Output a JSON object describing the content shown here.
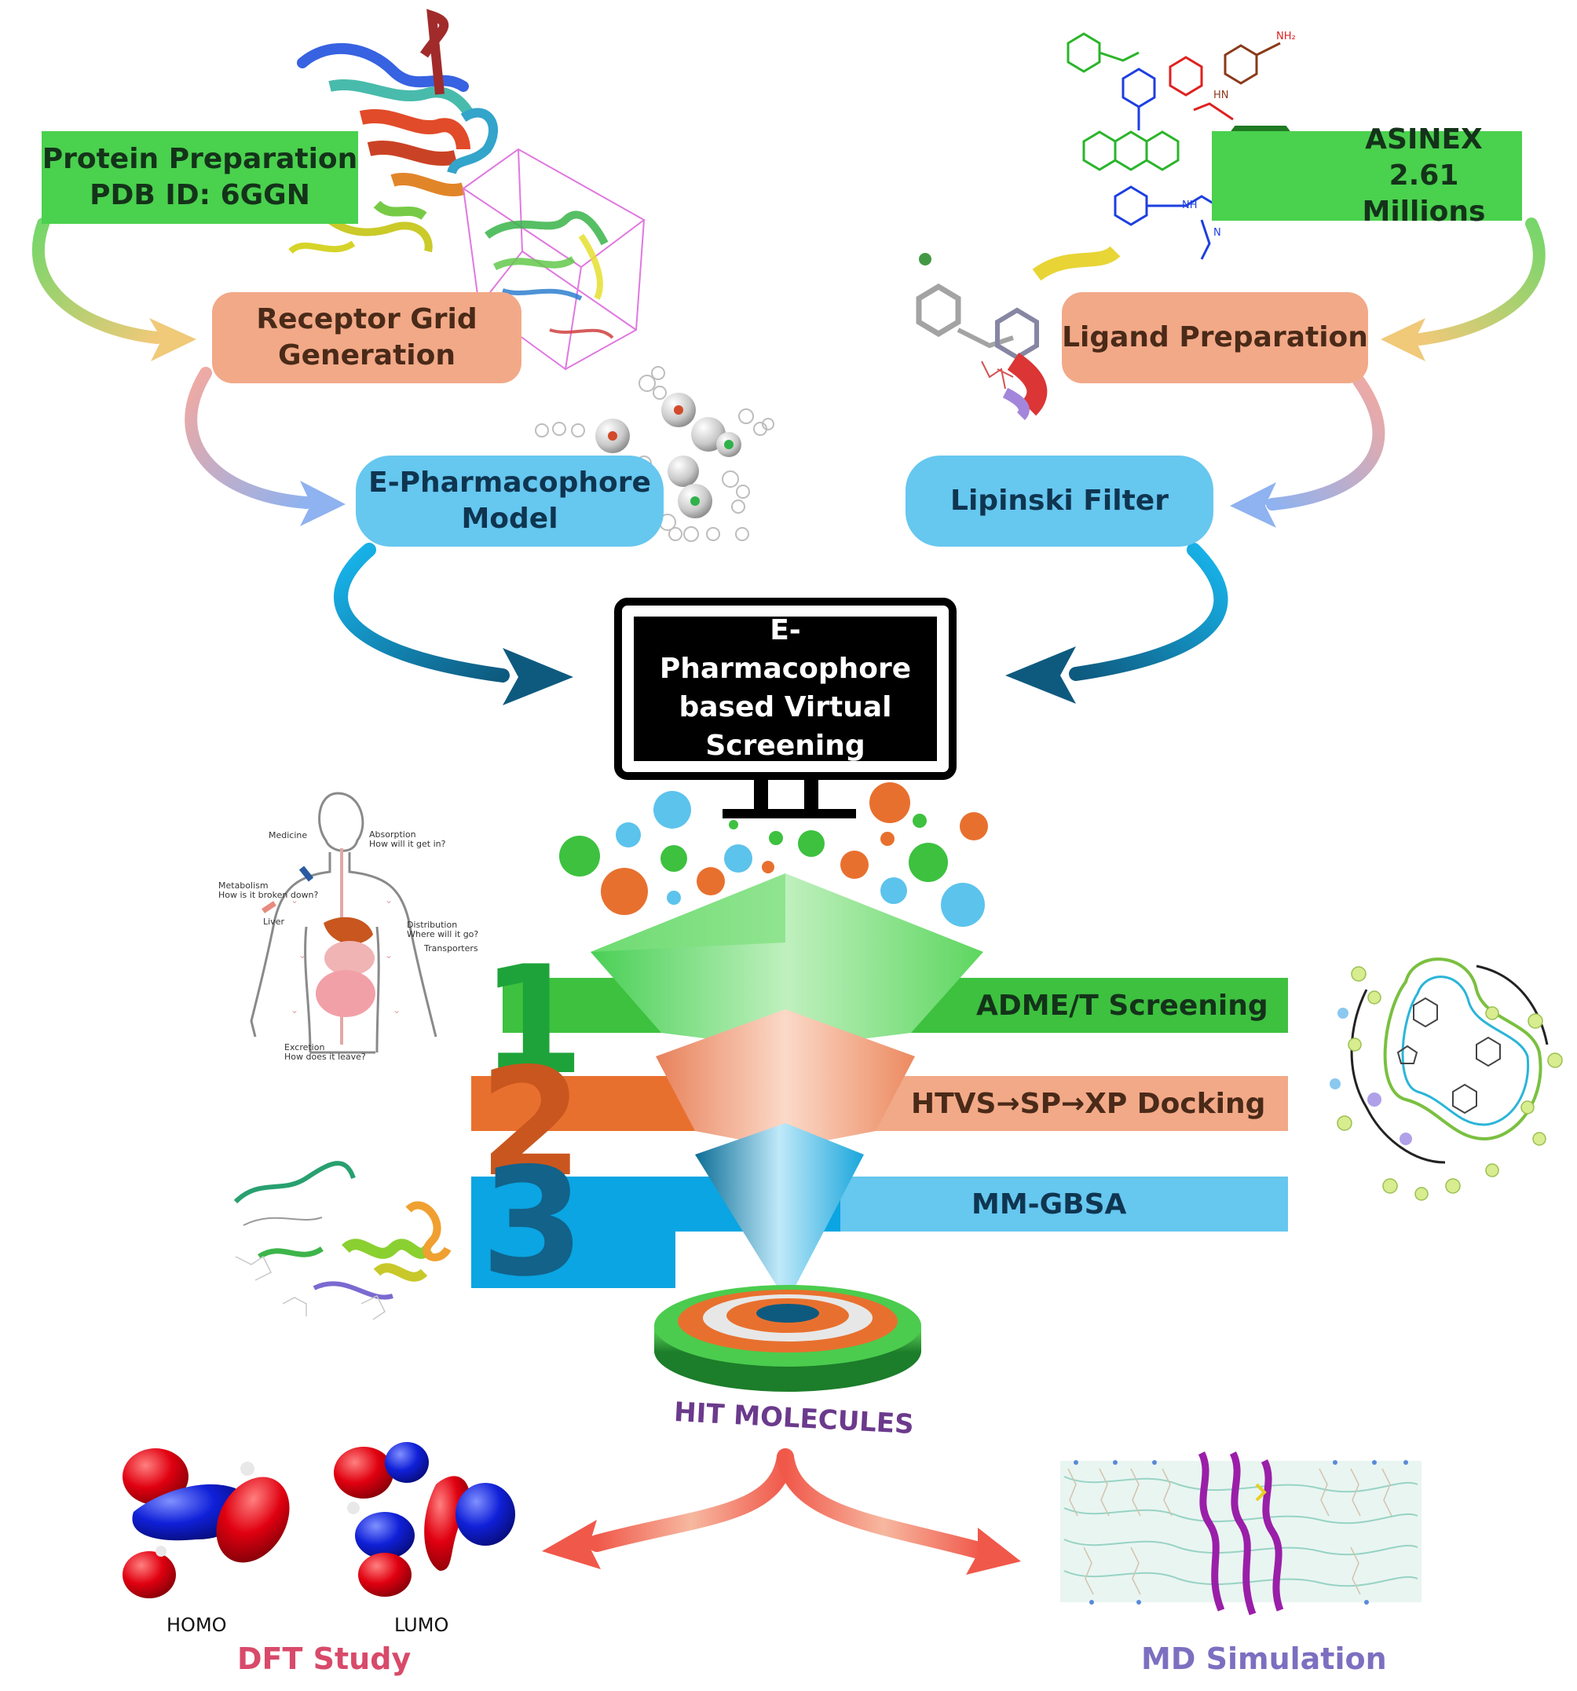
{
  "steps": {
    "protein_prep": "Protein Preparation\nPDB ID: 6GGN",
    "asinex": "ASINEX\n2.61 Millions",
    "asinex_logo_letter": "A",
    "receptor_grid": "Receptor Grid\nGeneration",
    "ligand_prep": "Ligand Preparation",
    "e_pharmacophore": "E-Pharmacophore\nModel",
    "lipinski": "Lipinski Filter",
    "virtual_screening": "E-\nPharmacophore\nbased Virtual\nScreening"
  },
  "funnel": {
    "stage1_num": "1",
    "stage1_label": "ADME/T Screening",
    "stage2_num": "2",
    "stage2_label": "HTVS→SP→XP Docking",
    "stage3_num": "3",
    "stage3_label": "MM-GBSA",
    "target_label": "HIT MOLECULES"
  },
  "adme_body": {
    "medicine": "Medicine",
    "absorption": "Absorption",
    "absorption_q": "How will it get in?",
    "metabolism": "Metabolism",
    "metabolism_q": "How is it broken down?",
    "liver": "Liver",
    "distribution": "Distribution",
    "distribution_q": "Where will it go?",
    "transporters": "Transporters",
    "excretion": "Excretion",
    "excretion_q": "How does it leave?"
  },
  "outputs": {
    "homo": "HOMO",
    "lumo": "LUMO",
    "dft": "DFT Study",
    "md": "MD Simulation"
  },
  "colors": {
    "green": "#4ad14e",
    "salmon": "#f2a988",
    "sky": "#66c7ef",
    "orange": "#e8702e",
    "blue": "#0aa5e2",
    "dft_text": "#d84a6a",
    "md_text": "#7d6fc0"
  }
}
